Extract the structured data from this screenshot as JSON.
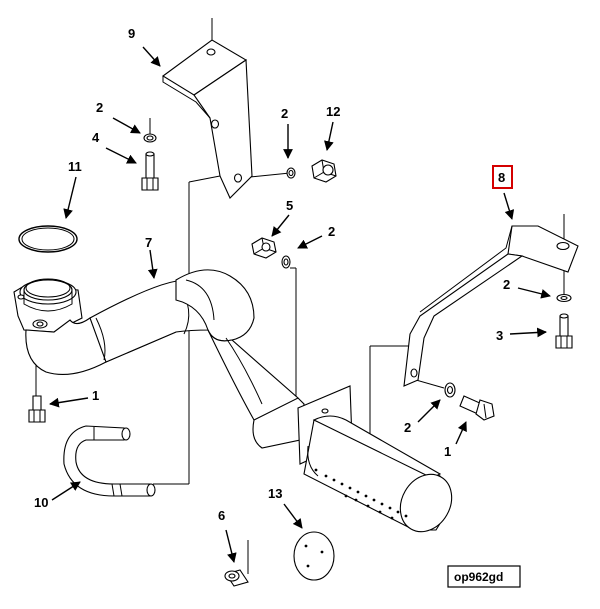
{
  "diagram": {
    "drawing_id": "op962gd",
    "highlighted_callout": "8",
    "callouts": {
      "c9": "9",
      "c2a": "2",
      "c4": "4",
      "c2b": "2",
      "c12": "12",
      "c11": "11",
      "c5": "5",
      "c2c": "2",
      "c7": "7",
      "c8": "8",
      "c2d": "2",
      "c3": "3",
      "c1a": "1",
      "c2e": "2",
      "c1b": "1",
      "c10": "10",
      "c13": "13",
      "c6": "6"
    },
    "colors": {
      "highlight": "#d40000",
      "line": "#000000"
    }
  }
}
